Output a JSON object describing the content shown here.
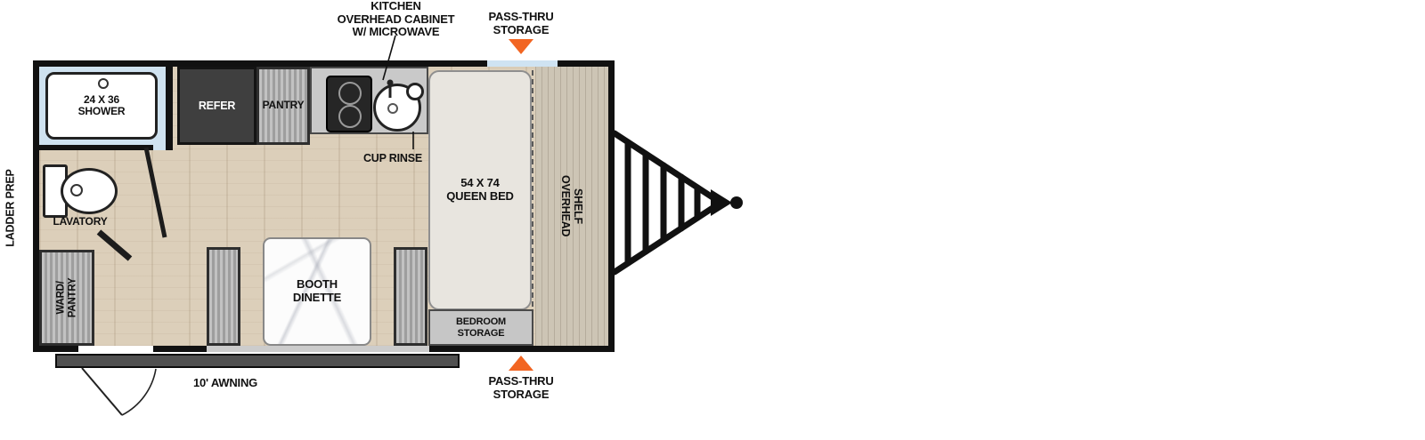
{
  "floorplan": {
    "exterior_labels": {
      "ladder_prep": "LADDER PREP",
      "kitchen_overhead_cabinet": "KITCHEN\nOVERHEAD CABINET\nW/ MICROWAVE",
      "pass_thru_storage_top": "PASS-THRU\nSTORAGE",
      "pass_thru_storage_bottom": "PASS-THRU\nSTORAGE",
      "awning": "10' AWNING"
    },
    "interior_labels": {
      "shower": "24 X 36\nSHOWER",
      "refer": "REFER",
      "pantry": "PANTRY",
      "cup_rinse": "CUP RINSE",
      "queen_bed": "54 X 74\nQUEEN BED",
      "overhead_shelf": "OVERHEAD\nSHELF",
      "lavatory": "LAVATORY",
      "ward_pantry": "WARD/\nPANTRY",
      "booth_dinette": "BOOTH\nDINETTE",
      "bedroom_storage": "BEDROOM\nSTORAGE"
    },
    "colors": {
      "arrow_orange": "#F26522",
      "wall_black": "#111111",
      "floor_wood": "#DCCFBA",
      "cabinet_gray": "#C2C2C2",
      "refrigerator_dark": "#3F3F3F",
      "window_blue": "#CFE3F2",
      "bed_gray": "#E8E5DF"
    }
  }
}
